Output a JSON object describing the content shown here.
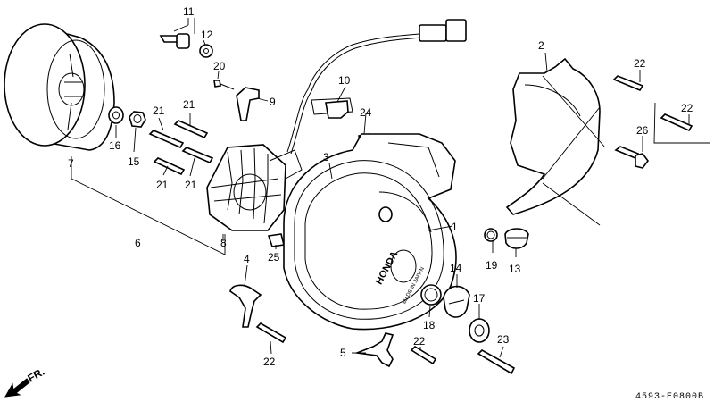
{
  "diagram_code": "4593-E0800B",
  "direction_label": "FR.",
  "brand_mark": "HONDA",
  "cover_text": "MADE IN JAPAN",
  "callouts": {
    "c1": "1",
    "c2": "2",
    "c3": "3",
    "c4": "4",
    "c5": "5",
    "c6": "6",
    "c7": "7",
    "c8": "8",
    "c9": "9",
    "c10": "10",
    "c11": "11",
    "c12": "12",
    "c13": "13",
    "c14": "14",
    "c15": "15",
    "c16": "16",
    "c17": "17",
    "c18": "18",
    "c19": "19",
    "c20": "20",
    "c21a": "21",
    "c21b": "21",
    "c21c": "21",
    "c21d": "21",
    "c22a": "22",
    "c22b": "22",
    "c22c": "22",
    "c22d": "22",
    "c23": "23",
    "c24": "24",
    "c25": "25",
    "c26": "26"
  },
  "icons": {
    "direction_arrow": "arrow-icon"
  }
}
